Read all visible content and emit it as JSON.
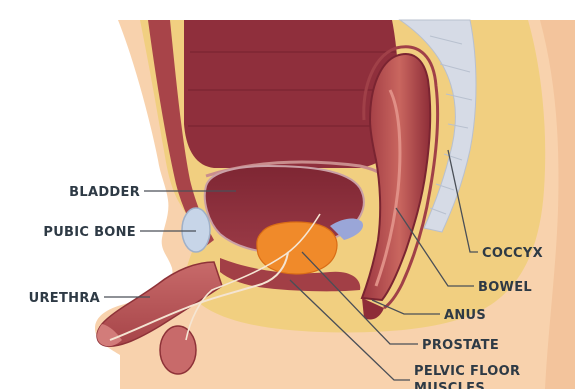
{
  "labels": {
    "bladder": "BLADDER",
    "pubic_bone": "PUBIC BONE",
    "urethra": "URETHRA",
    "coccyx": "COCCYX",
    "bowel": "BOWEL",
    "anus": "ANUS",
    "prostate": "PROSTATE",
    "pelvic_floor_line1": "PELVIC FLOOR",
    "pelvic_floor_line2": "MUSCLES"
  },
  "colors": {
    "background": "#ffffff",
    "skin": "#f8d2ad",
    "fat": "#f1cf80",
    "bladder": "#8d2c3a",
    "bowel": "#b14b4a",
    "prostate": "#f08a2a",
    "bone": "#c7d5e8",
    "label_text": "#2e3a45"
  }
}
